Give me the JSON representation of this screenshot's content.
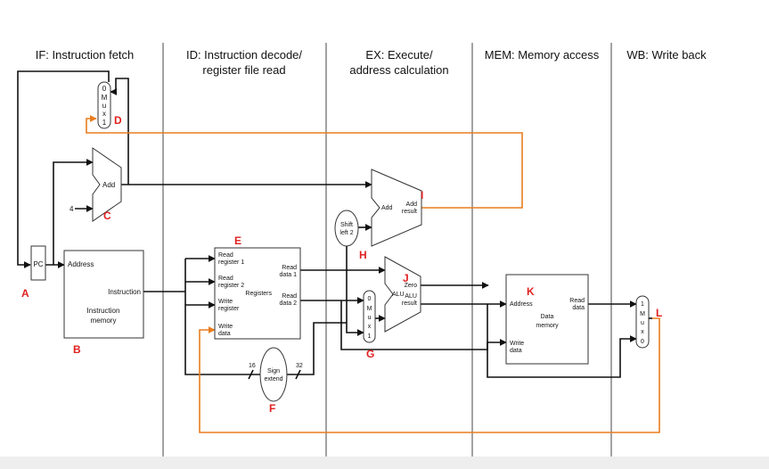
{
  "stages": [
    {
      "line1": "IF: Instruction fetch",
      "line2": ""
    },
    {
      "line1": "ID: Instruction decode/",
      "line2": "register file read"
    },
    {
      "line1": "EX: Execute/",
      "line2": "address calculation"
    },
    {
      "line1": "MEM: Memory access",
      "line2": ""
    },
    {
      "line1": "WB: Write back",
      "line2": ""
    }
  ],
  "blocks": {
    "pc": "PC",
    "if_add": "Add",
    "const_four": "4",
    "imem": {
      "address": "Address",
      "instruction": "Instruction",
      "title1": "Instruction",
      "title2": "memory"
    },
    "regfile": {
      "read_reg1_a": "Read",
      "read_reg1_b": "register 1",
      "read_reg2_a": "Read",
      "read_reg2_b": "register 2",
      "write_reg_a": "Write",
      "write_reg_b": "register",
      "write_data_a": "Write",
      "write_data_b": "data",
      "read_data1_a": "Read",
      "read_data1_b": "data 1",
      "read_data2_a": "Read",
      "read_data2_b": "data 2",
      "title": "Registers"
    },
    "sign_extend": {
      "a": "Sign",
      "b": "extend",
      "in_bits": "16",
      "out_bits": "32"
    },
    "shift": {
      "a": "Shift",
      "b": "left 2"
    },
    "branch_adder": {
      "add": "Add",
      "result_a": "Add",
      "result_b": "result"
    },
    "alu": {
      "label": "ALU",
      "zero": "Zero",
      "result_a": "ALU",
      "result_b": "result"
    },
    "dmem": {
      "address": "Address",
      "title1": "Data",
      "title2": "memory",
      "read_a": "Read",
      "read_b": "data",
      "write_a": "Write",
      "write_b": "data"
    },
    "mux_if": [
      "0",
      "M",
      "u",
      "x",
      "1"
    ],
    "mux_ex": [
      "0",
      "M",
      "u",
      "x",
      "1"
    ],
    "mux_wb": [
      "1",
      "M",
      "u",
      "x",
      "0"
    ]
  },
  "tags": {
    "A": "A",
    "B": "B",
    "C": "C",
    "D": "D",
    "E": "E",
    "F": "F",
    "G": "G",
    "H": "H",
    "I": "I",
    "J": "J",
    "K": "K",
    "L": "L"
  },
  "colors": {
    "wire": "#111111",
    "feedback_wire": "#e87d1e",
    "tag": "#e02020",
    "bottom_bar": "#eeeeee"
  }
}
